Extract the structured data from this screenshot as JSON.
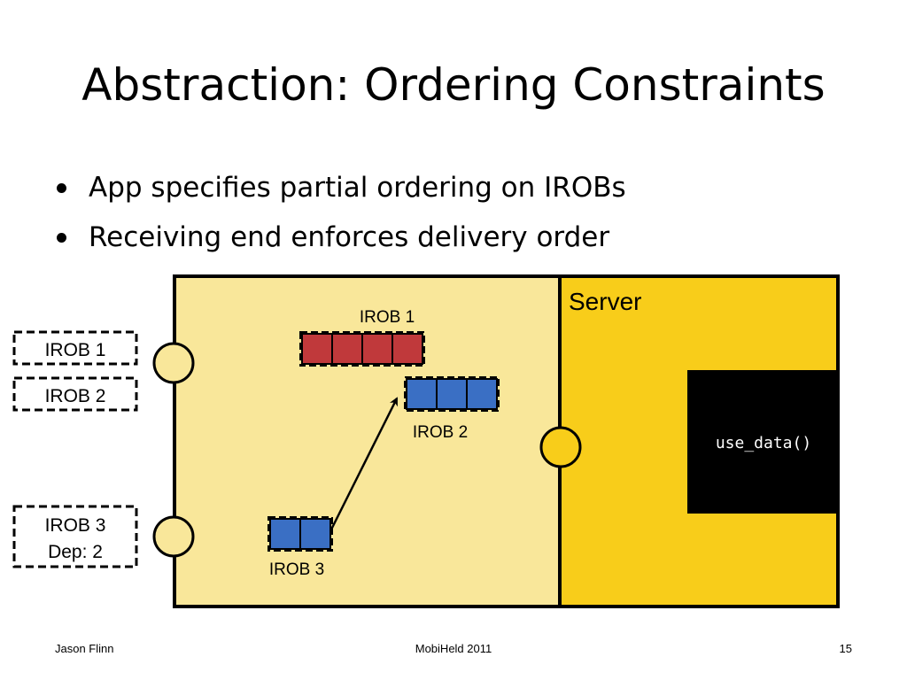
{
  "slide": {
    "title": "Abstraction: Ordering Constraints",
    "bullets": [
      "App specifies partial ordering on IROBs",
      "Receiving end enforces delivery order"
    ]
  },
  "diagram": {
    "server_label": "Server",
    "function_label": "use_data()",
    "queue_labels": {
      "irob1": "IROB 1",
      "irob2": "IROB 2",
      "irob3": "IROB 3"
    },
    "incoming": {
      "irob1": "IROB 1",
      "irob2": "IROB 2",
      "irob3_line1": "IROB 3",
      "irob3_line2": "Dep: 2"
    },
    "colors": {
      "client_fill": "#f9e79a",
      "server_fill": "#f8cd1a",
      "red_block": "#c0393b",
      "blue_block": "#3a6fc4",
      "black_box": "#000000"
    }
  },
  "footer": {
    "author": "Jason Flinn",
    "venue": "MobiHeld 2011",
    "page": "15"
  }
}
